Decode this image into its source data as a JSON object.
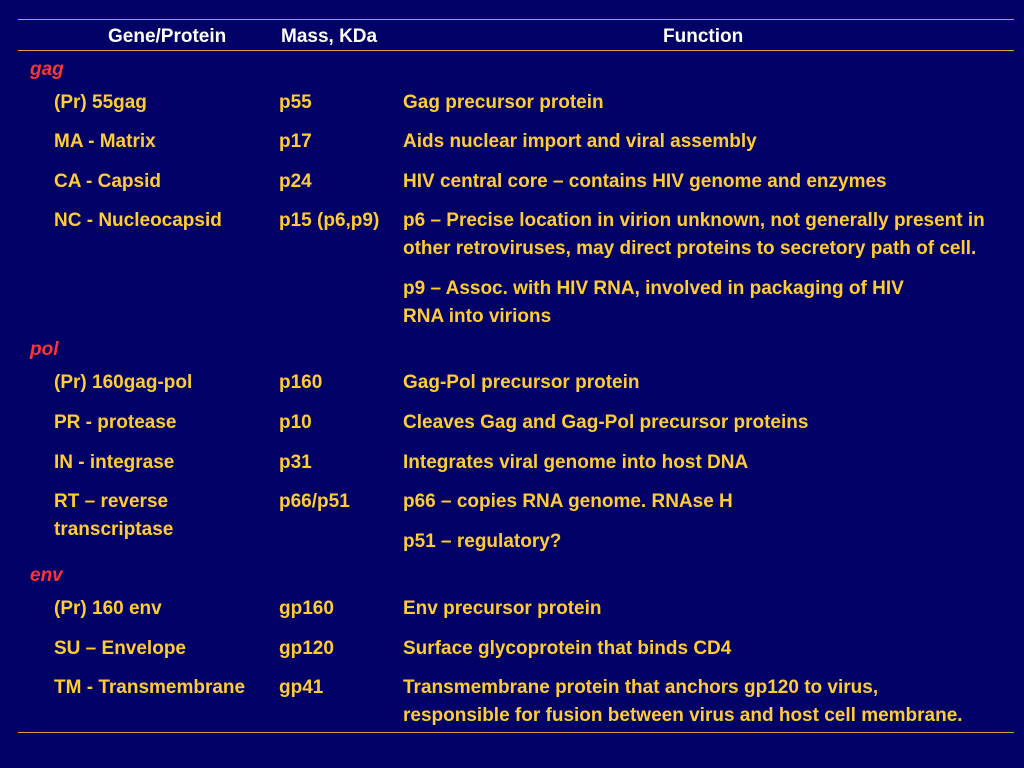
{
  "headers": {
    "gene": "Gene/Protein",
    "mass": "Mass, KDa",
    "function": "Function"
  },
  "sections": [
    {
      "name": "gag",
      "rows": [
        {
          "gene": [
            "(Pr) 55gag"
          ],
          "mass": [
            "p55"
          ],
          "function": [
            "Gag precursor protein"
          ]
        },
        {
          "gene": [
            "MA - Matrix"
          ],
          "mass": [
            "p17"
          ],
          "function": [
            "Aids nuclear import and viral assembly"
          ]
        },
        {
          "gene": [
            "CA - Capsid"
          ],
          "mass": [
            "p24"
          ],
          "function": [
            "HIV central core – contains HIV genome and enzymes"
          ]
        },
        {
          "gene": [
            "NC - Nucleocapsid"
          ],
          "mass": [
            "p15 (p6,p9)"
          ],
          "function": [
            "p6 – Precise location in virion unknown, not generally present in",
            "other retroviruses, may direct proteins to secretory path of cell."
          ]
        },
        {
          "gene": [],
          "mass": [],
          "function": [
            "p9 – Assoc. with HIV RNA, involved in packaging of HIV",
            "RNA into virions"
          ]
        }
      ]
    },
    {
      "name": "pol",
      "rows": [
        {
          "gene": [
            "(Pr) 160gag-pol"
          ],
          "mass": [
            "p160"
          ],
          "function": [
            "Gag-Pol precursor protein"
          ]
        },
        {
          "gene": [
            "PR - protease"
          ],
          "mass": [
            "p10"
          ],
          "function": [
            "Cleaves Gag and Gag-Pol precursor proteins"
          ]
        },
        {
          "gene": [
            "IN - integrase"
          ],
          "mass": [
            "p31"
          ],
          "function": [
            "Integrates viral genome into host DNA"
          ]
        },
        {
          "gene": [
            "RT – reverse",
            "transcriptase"
          ],
          "mass": [
            "p66/p51"
          ],
          "function": [
            "p66 – copies RNA genome. RNAse H"
          ]
        },
        {
          "gene": [],
          "mass": [],
          "function": [
            "p51 – regulatory?"
          ]
        }
      ]
    },
    {
      "name": "env",
      "rows": [
        {
          "gene": [
            "(Pr) 160 env"
          ],
          "mass": [
            "gp160"
          ],
          "function": [
            "Env precursor protein"
          ]
        },
        {
          "gene": [
            "SU – Envelope"
          ],
          "mass": [
            "gp120"
          ],
          "function": [
            "Surface glycoprotein that binds CD4"
          ]
        },
        {
          "gene": [
            "TM - Transmembrane"
          ],
          "mass": [
            "gp41"
          ],
          "function": [
            "Transmembrane protein that anchors gp120 to virus,",
            "responsible for fusion between virus and host cell membrane."
          ]
        }
      ]
    }
  ]
}
